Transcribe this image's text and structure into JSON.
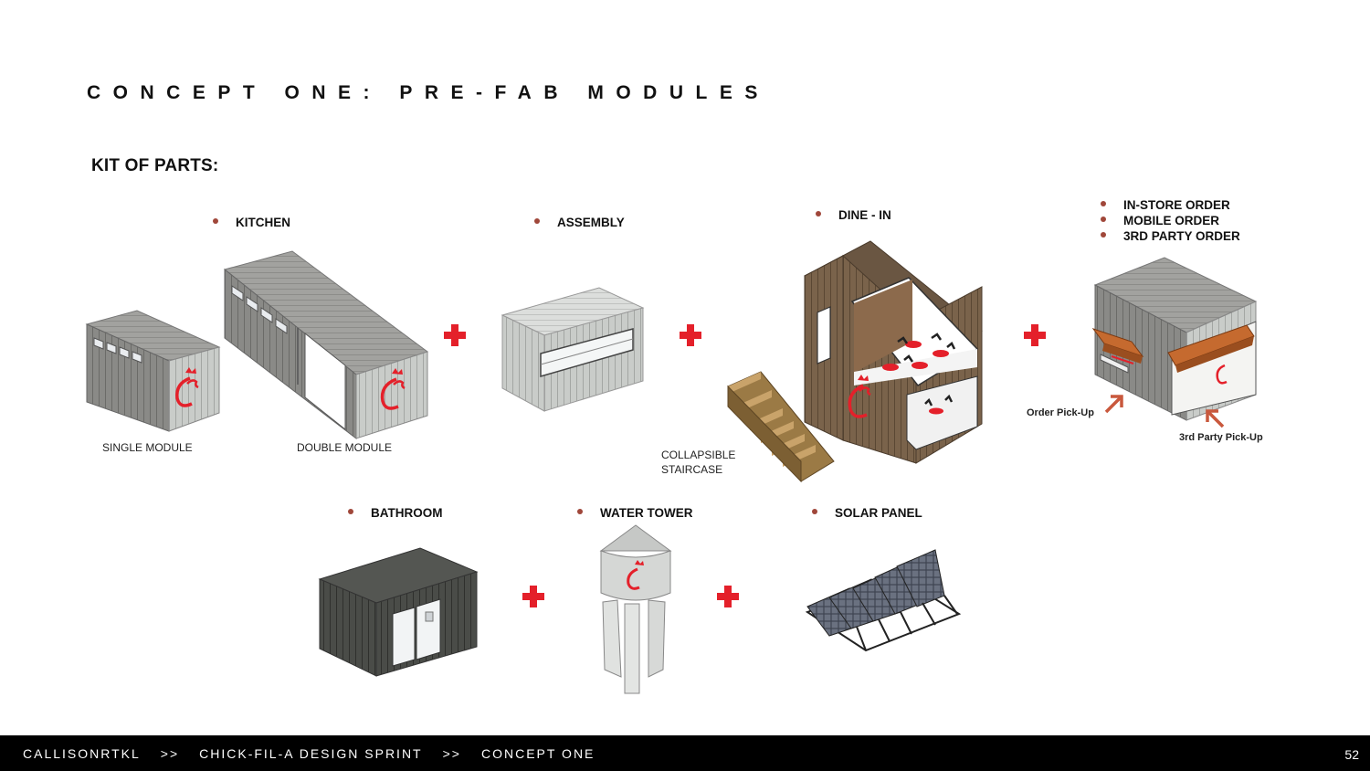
{
  "header": {
    "title": "CONCEPT ONE: PRE-FAB MODULES",
    "subtitle": "KIT OF PARTS:"
  },
  "modules": {
    "kitchen": "KITCHEN",
    "assembly": "ASSEMBLY",
    "dine_in": "DINE - IN",
    "order_options": [
      "IN-STORE ORDER",
      "MOBILE ORDER",
      "3RD PARTY ORDER"
    ],
    "bathroom": "BATHROOM",
    "water_tower": "WATER TOWER",
    "solar_panel": "SOLAR PANEL"
  },
  "captions": {
    "single_module": "SINGLE MODULE",
    "double_module": "DOUBLE MODULE",
    "staircase_line1": "COLLAPSIBLE",
    "staircase_line2": "STAIRCASE",
    "order_pickup": "Order Pick-Up",
    "third_party_pickup": "3rd Party Pick-Up"
  },
  "footer": {
    "crumbs": [
      "CALLISONRTKL",
      "CHICK-FIL-A DESIGN SPRINT",
      "CONCEPT ONE"
    ],
    "separator": ">>",
    "page_number": "52"
  },
  "colors": {
    "accent_red": "#e4202a",
    "bullet": "#a0473a",
    "footer_bg": "#000000"
  },
  "icons": {
    "connector": "plus-icon",
    "brand": "chick-fil-a-logo"
  }
}
